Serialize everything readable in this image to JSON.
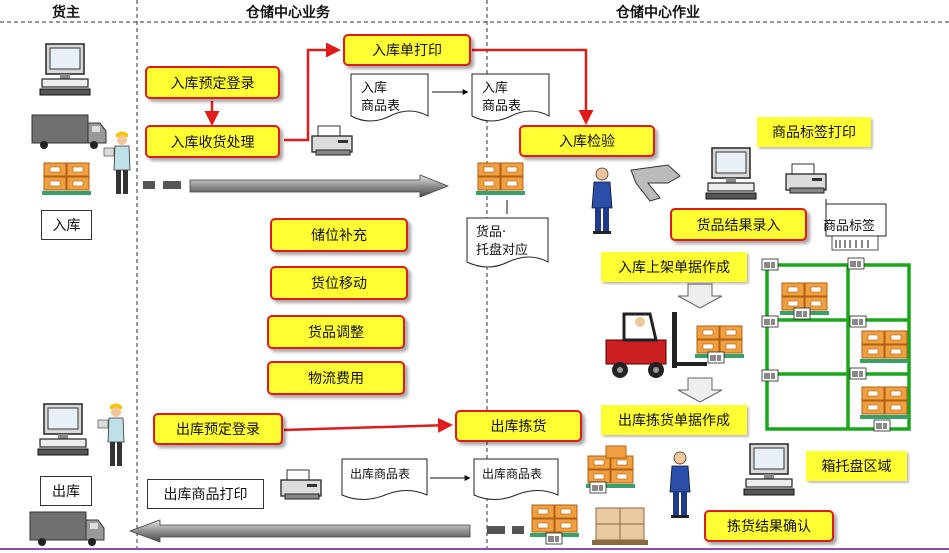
{
  "headers": {
    "owner": "货主",
    "center_ops": "仓储中心业务",
    "center_work": "仓储中心作业"
  },
  "owner_labels": {
    "inbound": "入库",
    "outbound": "出库"
  },
  "process_boxes": {
    "inbound_booking": "入库预定登录",
    "inbound_receiving": "入库收货处理",
    "inbound_slip_print": "入库单打印",
    "inbound_inspection": "入库检验",
    "slot_replenish": "储位补充",
    "slot_move": "货位移动",
    "goods_adjust": "货品调整",
    "logistics_fee": "物流费用",
    "outbound_booking": "出库预定登录",
    "outbound_picking": "出库拣货",
    "goods_result_input": "货品结果录入",
    "picking_result_confirm": "拣货结果确认"
  },
  "yellow_labels": {
    "label_print": "商品标签打印",
    "putaway_doc": "入库上架单据作成",
    "picking_doc": "出库拣货单据作成",
    "pallet_area": "箱托盘区域"
  },
  "documents": {
    "inbound_list_1": [
      "入库",
      "商品表"
    ],
    "inbound_list_2": [
      "入库",
      "商品表"
    ],
    "goods_pallet": [
      "货品·",
      "托盘对应"
    ],
    "product_label": "商品标签",
    "outbound_list_1": "出库商品表",
    "outbound_list_2": "出库商品表",
    "outbound_print": "出库商品打印"
  },
  "colors": {
    "box_fill": "#ffff33",
    "box_border": "#e01b1b",
    "flow_arrow": "#e01b1b",
    "rack": "#1aa51a",
    "carton": "#f0a040"
  }
}
